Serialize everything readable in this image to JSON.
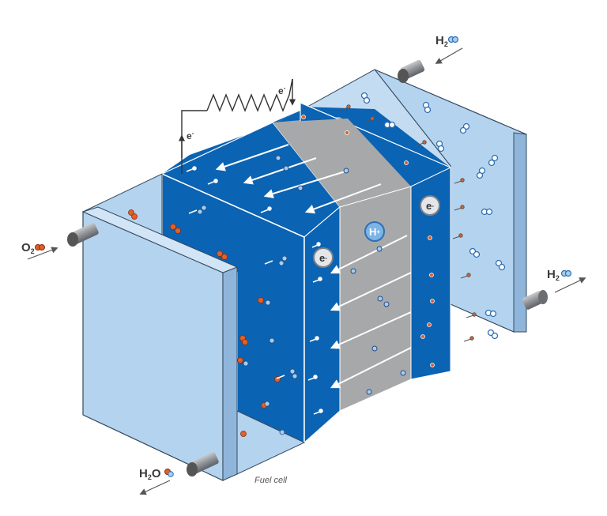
{
  "labels": {
    "h2_in": {
      "main": "H",
      "sub": "2"
    },
    "h2_out": {
      "main": "H",
      "sub": "2"
    },
    "o2_in": {
      "main": "O",
      "sub": "2"
    },
    "h2o_out": {
      "main": "H",
      "sub": "2",
      "tail": "O"
    },
    "electron_left": "e",
    "electron_right": "e",
    "caption": "Fuel cell"
  },
  "ions": {
    "electron_1": {
      "symbol": "e",
      "charge": "-"
    },
    "electron_2": {
      "symbol": "e",
      "charge": "-"
    },
    "proton": {
      "symbol": "H",
      "charge": "+"
    }
  },
  "colors": {
    "plate_light": "#b4d3ef",
    "electrode_blue": "#0b63b3",
    "membrane_gray": "#a7a8aa",
    "oxygen_atom": "#e0602a",
    "hydrogen_atom": "#a8ccee",
    "pipe": "#8e9195",
    "arrow": "#555555"
  }
}
